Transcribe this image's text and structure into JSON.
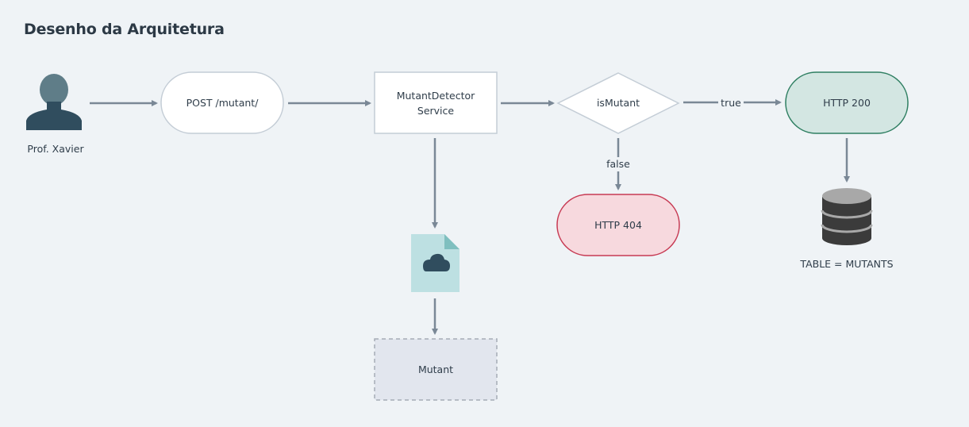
{
  "title": "Desenho da Arquitetura",
  "nodes": {
    "actor": {
      "label": "Prof. Xavier",
      "icon": "user-icon"
    },
    "post": {
      "label": "POST /mutant/"
    },
    "service": {
      "line1": "MutantDetector",
      "line2": "Service"
    },
    "decision": {
      "label": "isMutant"
    },
    "http200": {
      "label": "HTTP 200"
    },
    "http404": {
      "label": "HTTP 404"
    },
    "file": {
      "icon": "cloud-file-icon"
    },
    "mutant": {
      "label": "Mutant"
    },
    "database": {
      "label": "TABLE = MUTANTS",
      "icon": "database-icon"
    }
  },
  "edges": {
    "true_label": "true",
    "false_label": "false"
  },
  "colors": {
    "background": "#eff3f6",
    "arrow": "#7a8896",
    "success_fill": "#d3e6e2",
    "success_stroke": "#2f7f62",
    "error_fill": "#f7d9de",
    "error_stroke": "#c73a53",
    "mutant_fill": "#e2e6ee",
    "file_fill": "#bde0e2",
    "user_head": "#5f7d88",
    "user_body": "#304d5e",
    "database": "#3b3b3b"
  }
}
